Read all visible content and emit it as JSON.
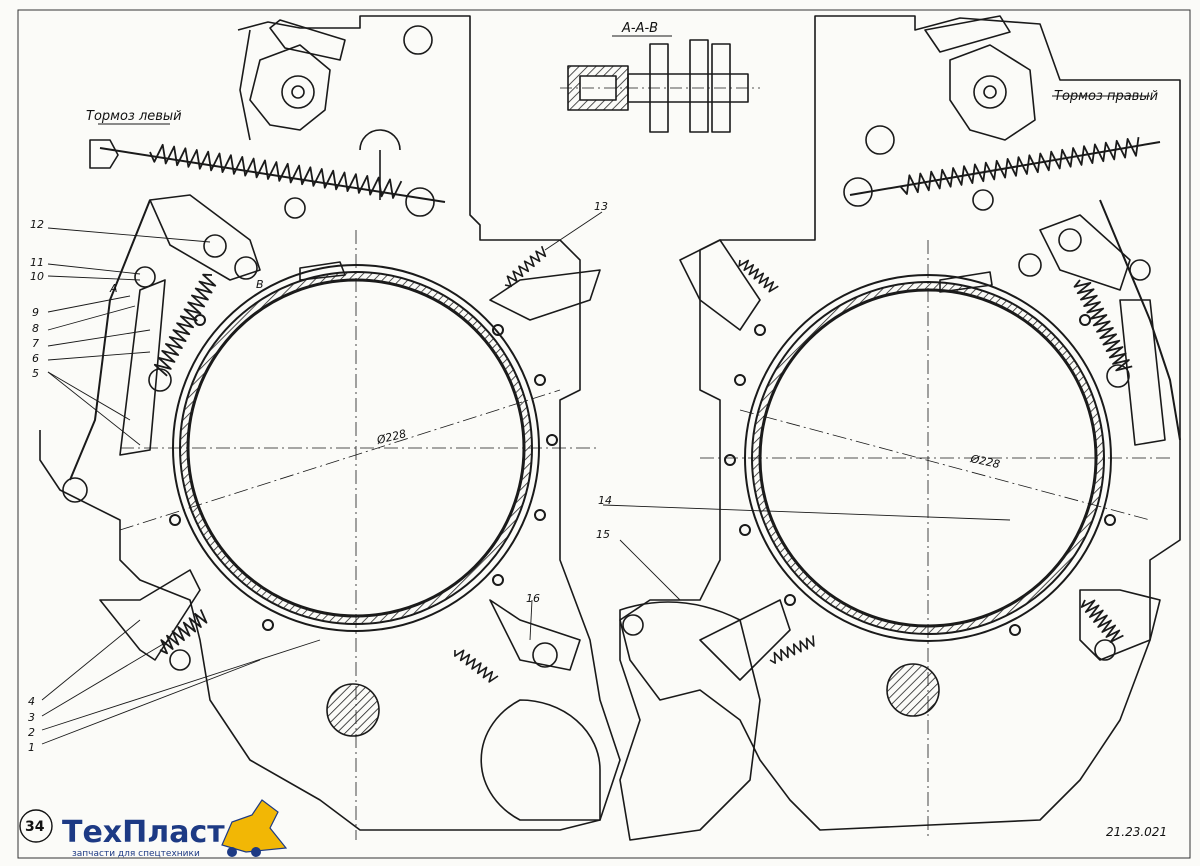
{
  "drawing": {
    "left_brake_title": "Тормоз левый",
    "right_brake_title": "Тормоз правый",
    "section_label": "А-А-В",
    "view_label_a": "А",
    "view_label_b": "В",
    "left_drum_dimension": "Ø228",
    "right_drum_dimension": "Ø228",
    "drawing_number": "21.23.021",
    "callouts": [
      "1",
      "2",
      "3",
      "4",
      "5",
      "6",
      "7",
      "8",
      "9",
      "10",
      "11",
      "12",
      "13",
      "14",
      "15",
      "16"
    ]
  },
  "watermark": {
    "page_number": "34",
    "brand_name": "ТехПласт",
    "brand_tagline": "запчасти для спецтехники",
    "brand_color": "#1d3a84",
    "accent_color": "#f2b705"
  }
}
